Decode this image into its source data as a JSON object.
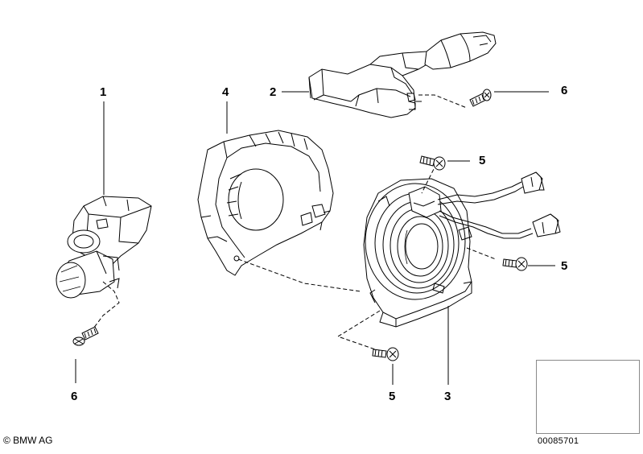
{
  "diagram": {
    "callouts": [
      {
        "id": "c1",
        "label": "1"
      },
      {
        "id": "c2",
        "label": "2"
      },
      {
        "id": "c4",
        "label": "4"
      },
      {
        "id": "c6a",
        "label": "6"
      },
      {
        "id": "c5a",
        "label": "5"
      },
      {
        "id": "c5b",
        "label": "5"
      },
      {
        "id": "c5c",
        "label": "5"
      },
      {
        "id": "c6b",
        "label": "6"
      },
      {
        "id": "c3",
        "label": "3"
      }
    ],
    "copyright": "© BMW AG",
    "image_number": "00085701"
  },
  "colors": {
    "line": "#000000",
    "part_fill": "#ffffff",
    "shade": "#cfcfcf",
    "thumbnail_border": "#8a8a8a"
  }
}
